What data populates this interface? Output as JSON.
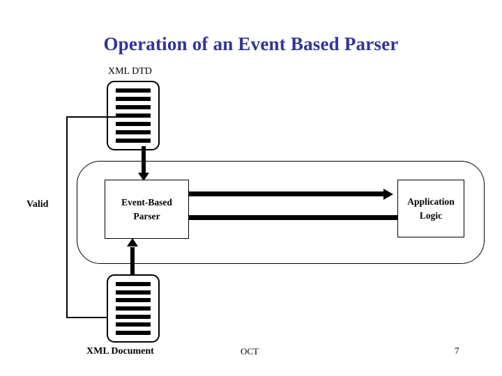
{
  "slide": {
    "title": "Operation of an Event Based Parser",
    "title_color": "#333399",
    "background": "#ffffff",
    "page_number": "7",
    "footer_text": "OCT"
  },
  "diagram": {
    "labels": {
      "xml_dtd": "XML DTD",
      "valid": "Valid",
      "xml_document": "XML Document"
    },
    "nodes": [
      {
        "id": "parser",
        "label": "Event-Based\nParser",
        "line1": "Event-Based",
        "line2": "Parser"
      },
      {
        "id": "app_logic",
        "label": "Application\nLogic",
        "line1": "Application",
        "line2": "Logic"
      }
    ],
    "doc_icons": [
      {
        "id": "doc-dtd",
        "name": "XML DTD",
        "lines": 7
      },
      {
        "id": "doc-xml",
        "name": "XML Document",
        "lines": 7
      }
    ],
    "edges": [
      {
        "id": "dtd-to-parser",
        "from": "XML DTD",
        "to": "Event-Based Parser",
        "direction": "down"
      },
      {
        "id": "xmldoc-to-parser",
        "from": "XML Document",
        "to": "Event-Based Parser",
        "direction": "up"
      },
      {
        "id": "parser-to-applogic",
        "from": "Event-Based Parser",
        "to": "Application Logic",
        "direction": "right"
      },
      {
        "id": "applogic-to-parser",
        "from": "Application Logic",
        "to": "Event-Based Parser",
        "direction": "left"
      },
      {
        "id": "valid-bracket",
        "from": "XML DTD",
        "to": "XML Document",
        "direction": "bracket"
      }
    ]
  }
}
